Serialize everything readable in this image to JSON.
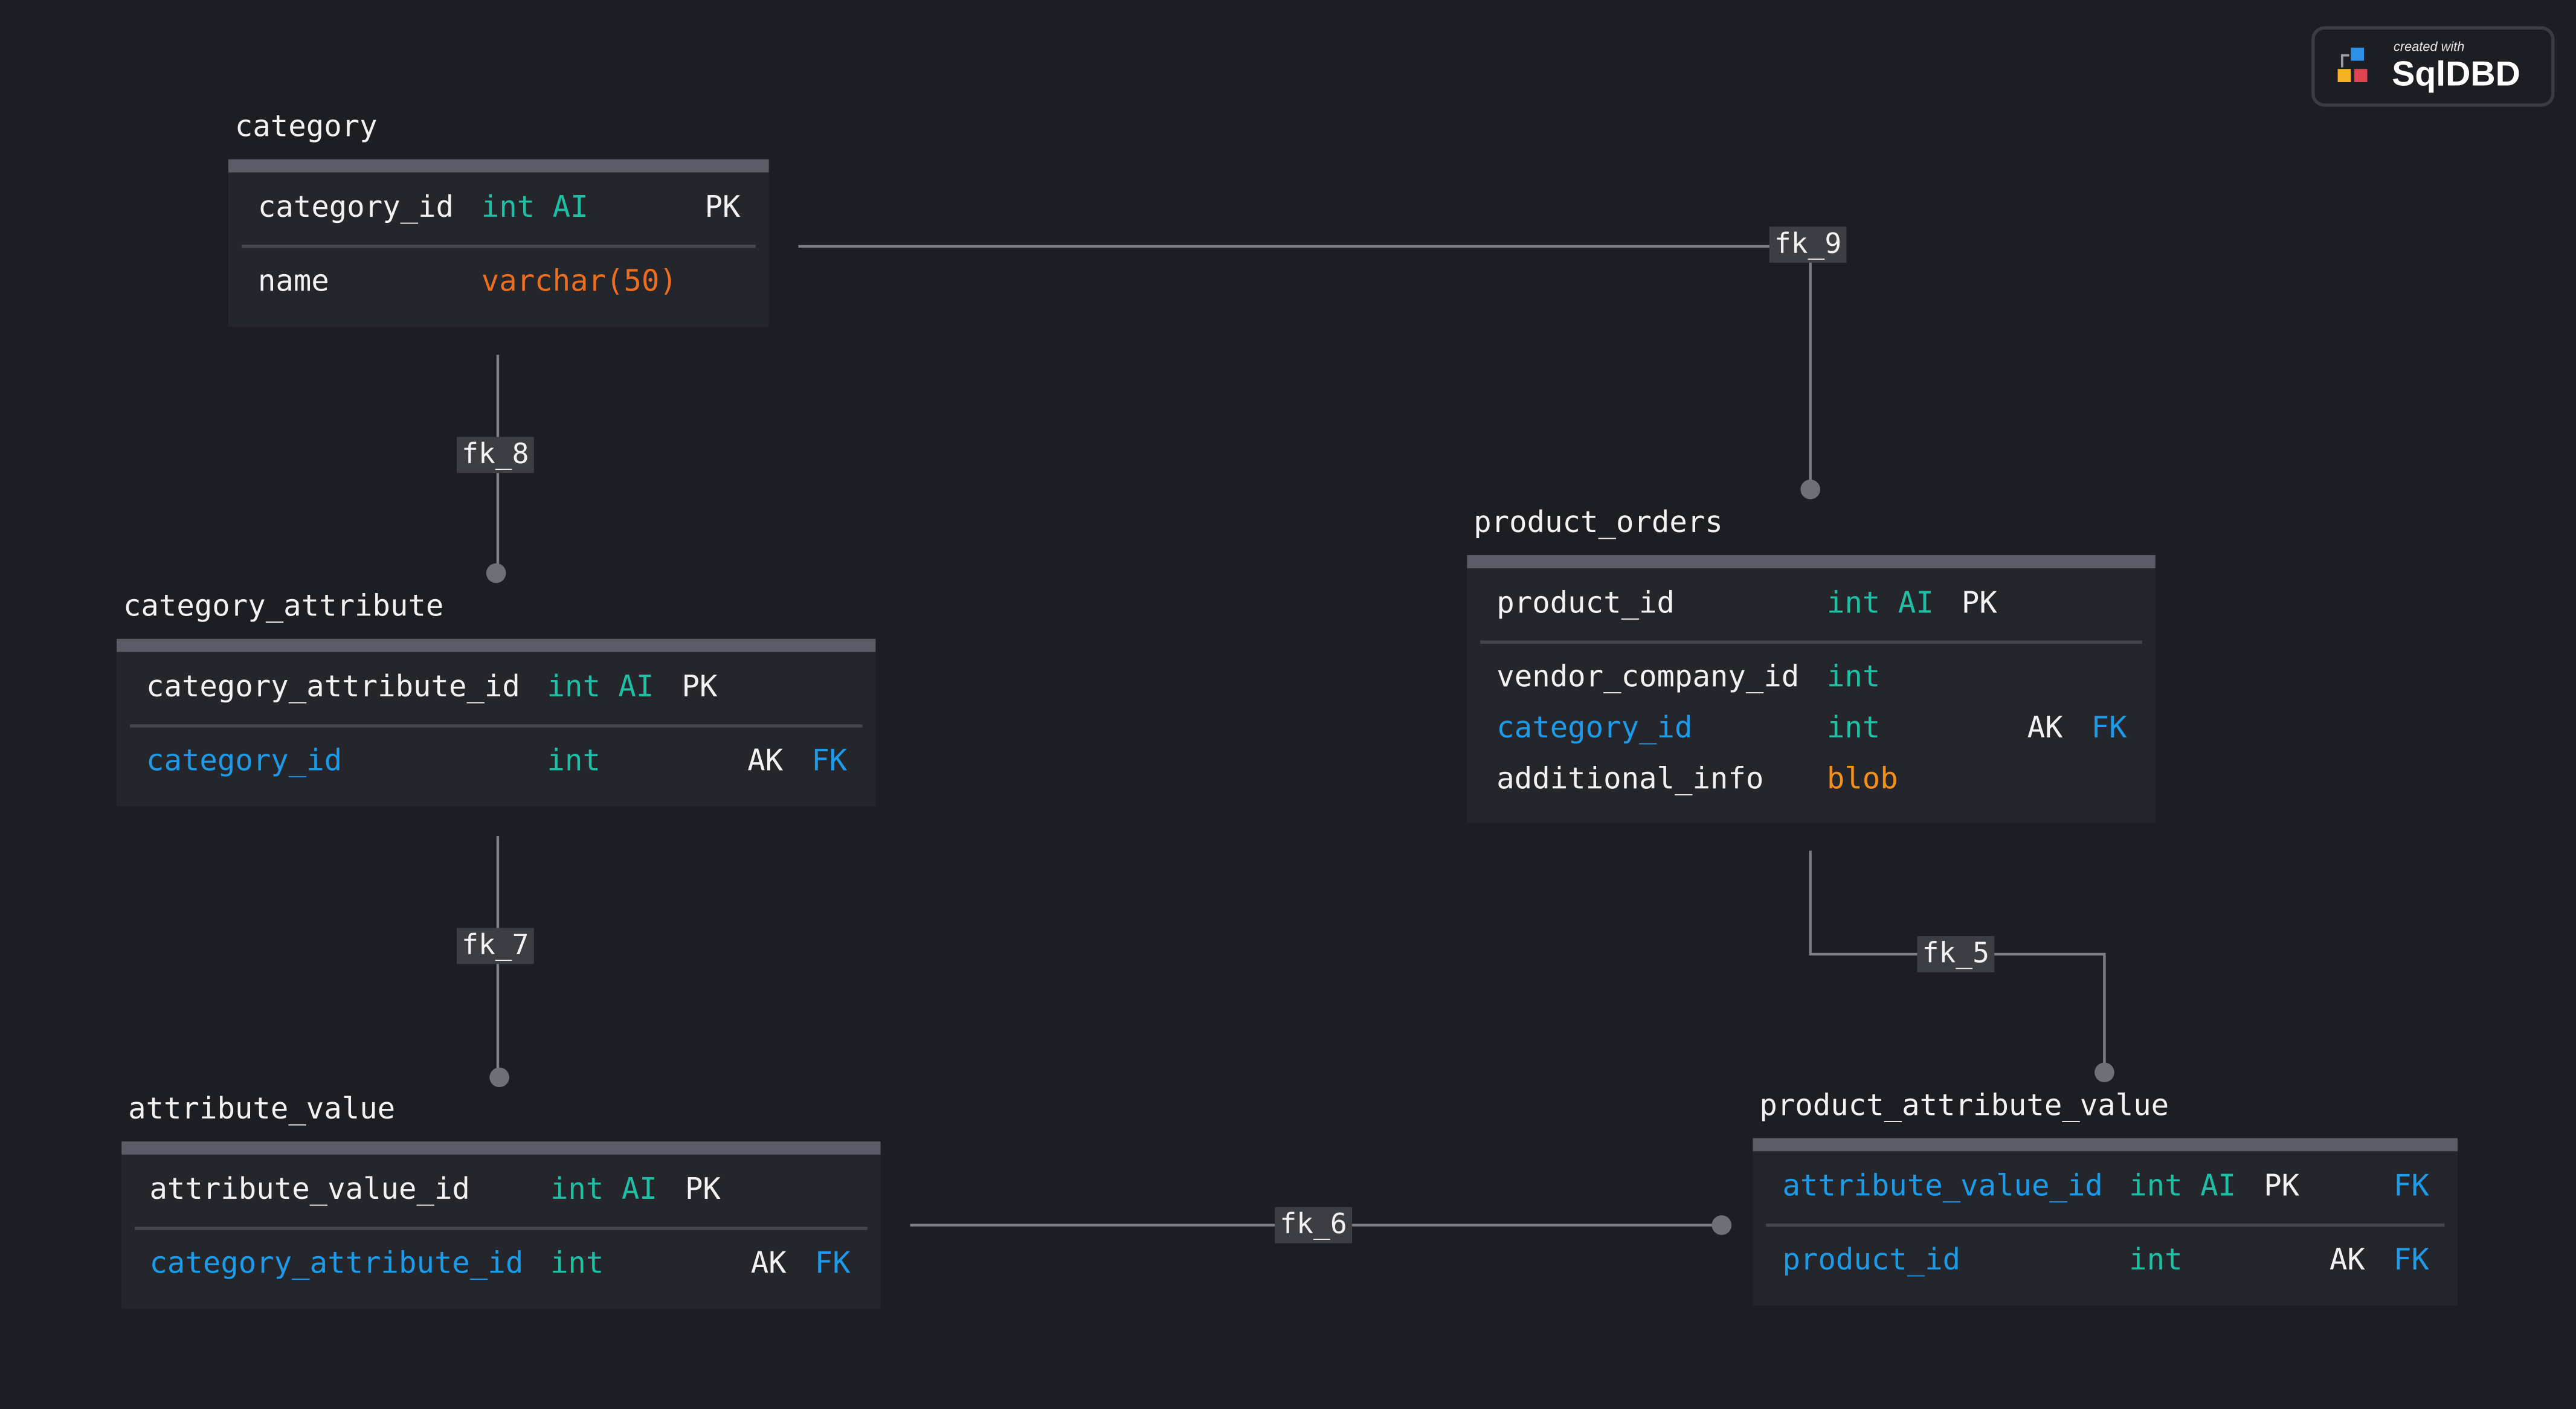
{
  "badge": {
    "small": "created with",
    "big": "SqlDBD"
  },
  "links": [
    {
      "name": "fk_9"
    },
    {
      "name": "fk_8"
    },
    {
      "name": "fk_7"
    },
    {
      "name": "fk_5"
    },
    {
      "name": "fk_6"
    }
  ],
  "tables": {
    "category": {
      "name": "category",
      "pk": {
        "col": "category_id",
        "type": "int AI",
        "key": "PK"
      },
      "cols": [
        {
          "col": "name",
          "type": "varchar(50)"
        }
      ]
    },
    "category_attribute": {
      "name": "category_attribute",
      "pk": {
        "col": "category_attribute_id",
        "type": "int AI",
        "key": "PK"
      },
      "cols": [
        {
          "col": "category_id",
          "type": "int",
          "ak": "AK",
          "fk": "FK"
        }
      ]
    },
    "attribute_value": {
      "name": "attribute_value",
      "pk": {
        "col": "attribute_value_id",
        "type": "int AI",
        "key": "PK"
      },
      "cols": [
        {
          "col": "category_attribute_id",
          "type": "int",
          "ak": "AK",
          "fk": "FK"
        }
      ]
    },
    "product_orders": {
      "name": "product_orders",
      "pk": {
        "col": "product_id",
        "type": "int AI",
        "key": "PK"
      },
      "cols": [
        {
          "col": "vendor_company_id",
          "type": "int"
        },
        {
          "col": "category_id",
          "type": "int",
          "ak": "AK",
          "fk": "FK"
        },
        {
          "col": "additional_info",
          "type": "blob"
        }
      ]
    },
    "product_attribute_value": {
      "name": "product_attribute_value",
      "pk": {
        "col": "attribute_value_id",
        "type": "int AI",
        "key": "PK",
        "fk": "FK"
      },
      "cols": [
        {
          "col": "product_id",
          "type": "int",
          "ak": "AK",
          "fk": "FK"
        }
      ]
    }
  },
  "colors": {
    "background": "#1d1e23",
    "fk_column": "#1e9be8",
    "int_type": "#1fbfa5",
    "varchar_type": "#ee6e1f",
    "blob_type": "#f3901a"
  }
}
